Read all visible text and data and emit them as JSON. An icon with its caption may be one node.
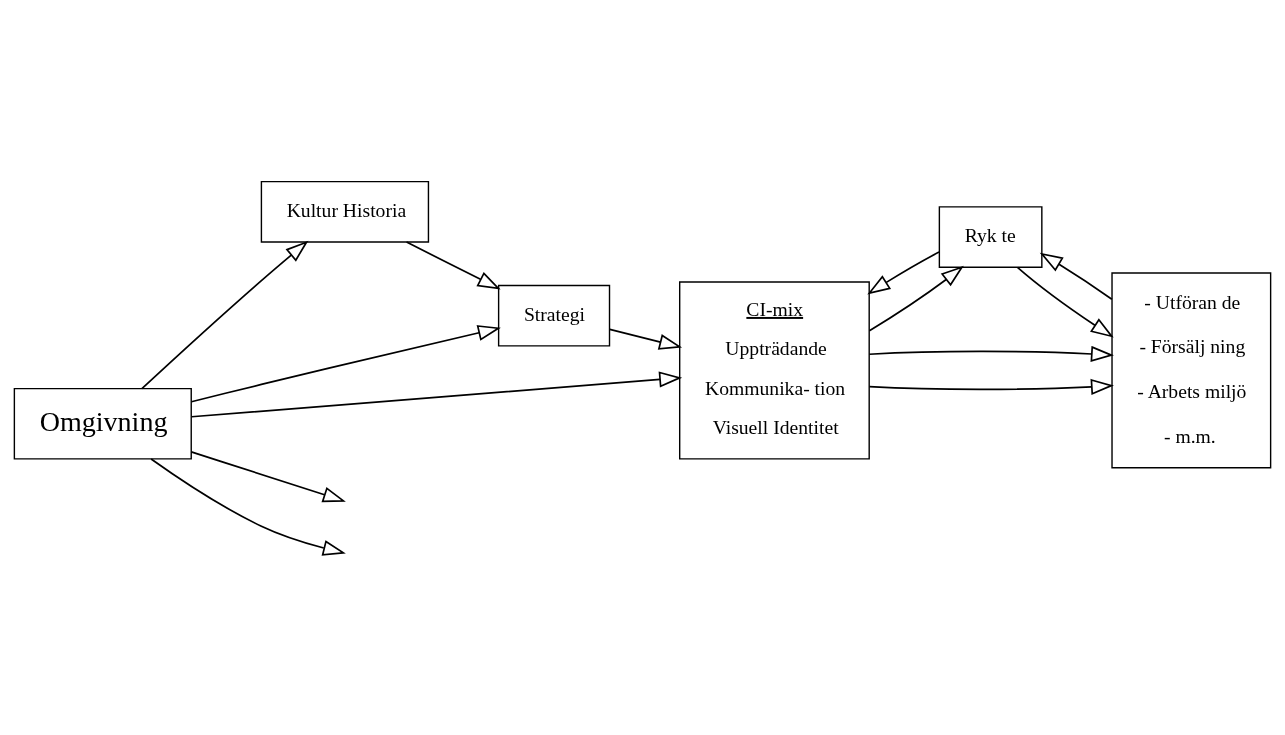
{
  "diagram": {
    "nodes": [
      {
        "text": [
          "Kultur Historia"
        ]
      },
      {
        "text": [
          "Strategi"
        ]
      },
      {
        "text": [
          "CI-mix",
          "Uppträdande",
          "Kommunika- tion",
          "Visuell Identitet"
        ]
      },
      {
        "text": [
          "Ryk te"
        ]
      },
      {
        "text": [
          "- Utföran de",
          "- Försälj ning",
          "- Arbets miljö",
          "- m.m."
        ]
      },
      {
        "text": [
          "Omgivning"
        ]
      }
    ],
    "edges": [
      {
        "from": 0,
        "to": 1,
        "arrow": "to"
      },
      {
        "from": 1,
        "to": 2,
        "arrow": "to"
      },
      {
        "from": 2,
        "to": 4,
        "arrow": "to"
      },
      {
        "from": 2,
        "to": 3,
        "arrow": "to"
      },
      {
        "from": 3,
        "to": 4,
        "arrow": "to"
      },
      {
        "from": 4,
        "to": 3,
        "arrow": "to"
      },
      {
        "from": 3,
        "to": 2,
        "arrow": "to"
      },
      {
        "from": 2,
        "to": 4,
        "arrow": "to"
      },
      {
        "from": 5,
        "to": 0,
        "arrow": "to"
      },
      {
        "from": 5,
        "to": 1,
        "arrow": "to"
      },
      {
        "from": 5,
        "to": null,
        "arrow": "to"
      },
      {
        "from": 5,
        "to": 2,
        "arrow": "to"
      },
      {
        "from": 5,
        "to": null,
        "arrow": "to"
      }
    ]
  }
}
